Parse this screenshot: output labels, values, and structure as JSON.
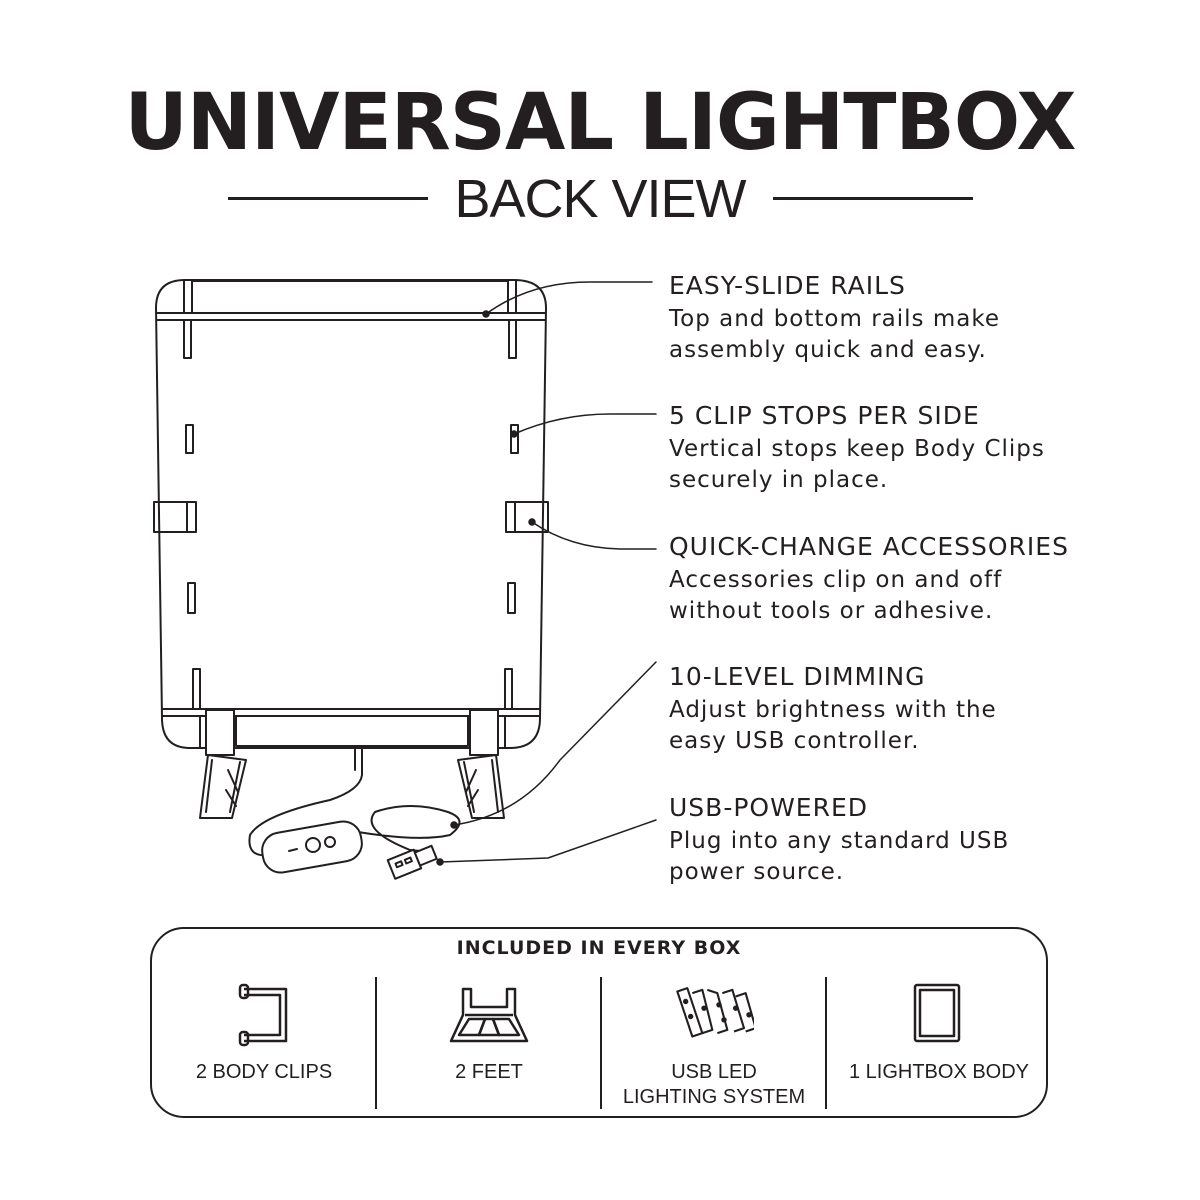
{
  "title": "UNIVERSAL LIGHTBOX",
  "subtitle": "BACK VIEW",
  "features": [
    {
      "heading": "EASY-SLIDE RAILS",
      "description": "Top and bottom rails make\nassembly quick and easy."
    },
    {
      "heading": "5 CLIP STOPS PER SIDE",
      "description": "Vertical stops keep Body Clips\nsecurely in place."
    },
    {
      "heading": "QUICK-CHANGE ACCESSORIES",
      "description": "Accessories clip on and off\nwithout tools or adhesive."
    },
    {
      "heading": "10-LEVEL DIMMING",
      "description": "Adjust brightness with the\neasy USB controller."
    },
    {
      "heading": "USB-POWERED",
      "description": "Plug into any standard USB\npower source."
    }
  ],
  "included": {
    "title": "INCLUDED IN EVERY BOX",
    "items": [
      {
        "label": "2 BODY CLIPS",
        "icon": "body-clip-icon"
      },
      {
        "label": "2 FEET",
        "icon": "feet-icon"
      },
      {
        "label": "USB LED\nLIGHTING SYSTEM",
        "icon": "led-strip-icon"
      },
      {
        "label": "1 LIGHTBOX BODY",
        "icon": "lightbox-body-icon"
      }
    ]
  },
  "colors": {
    "ink": "#231f20",
    "background": "#ffffff"
  }
}
